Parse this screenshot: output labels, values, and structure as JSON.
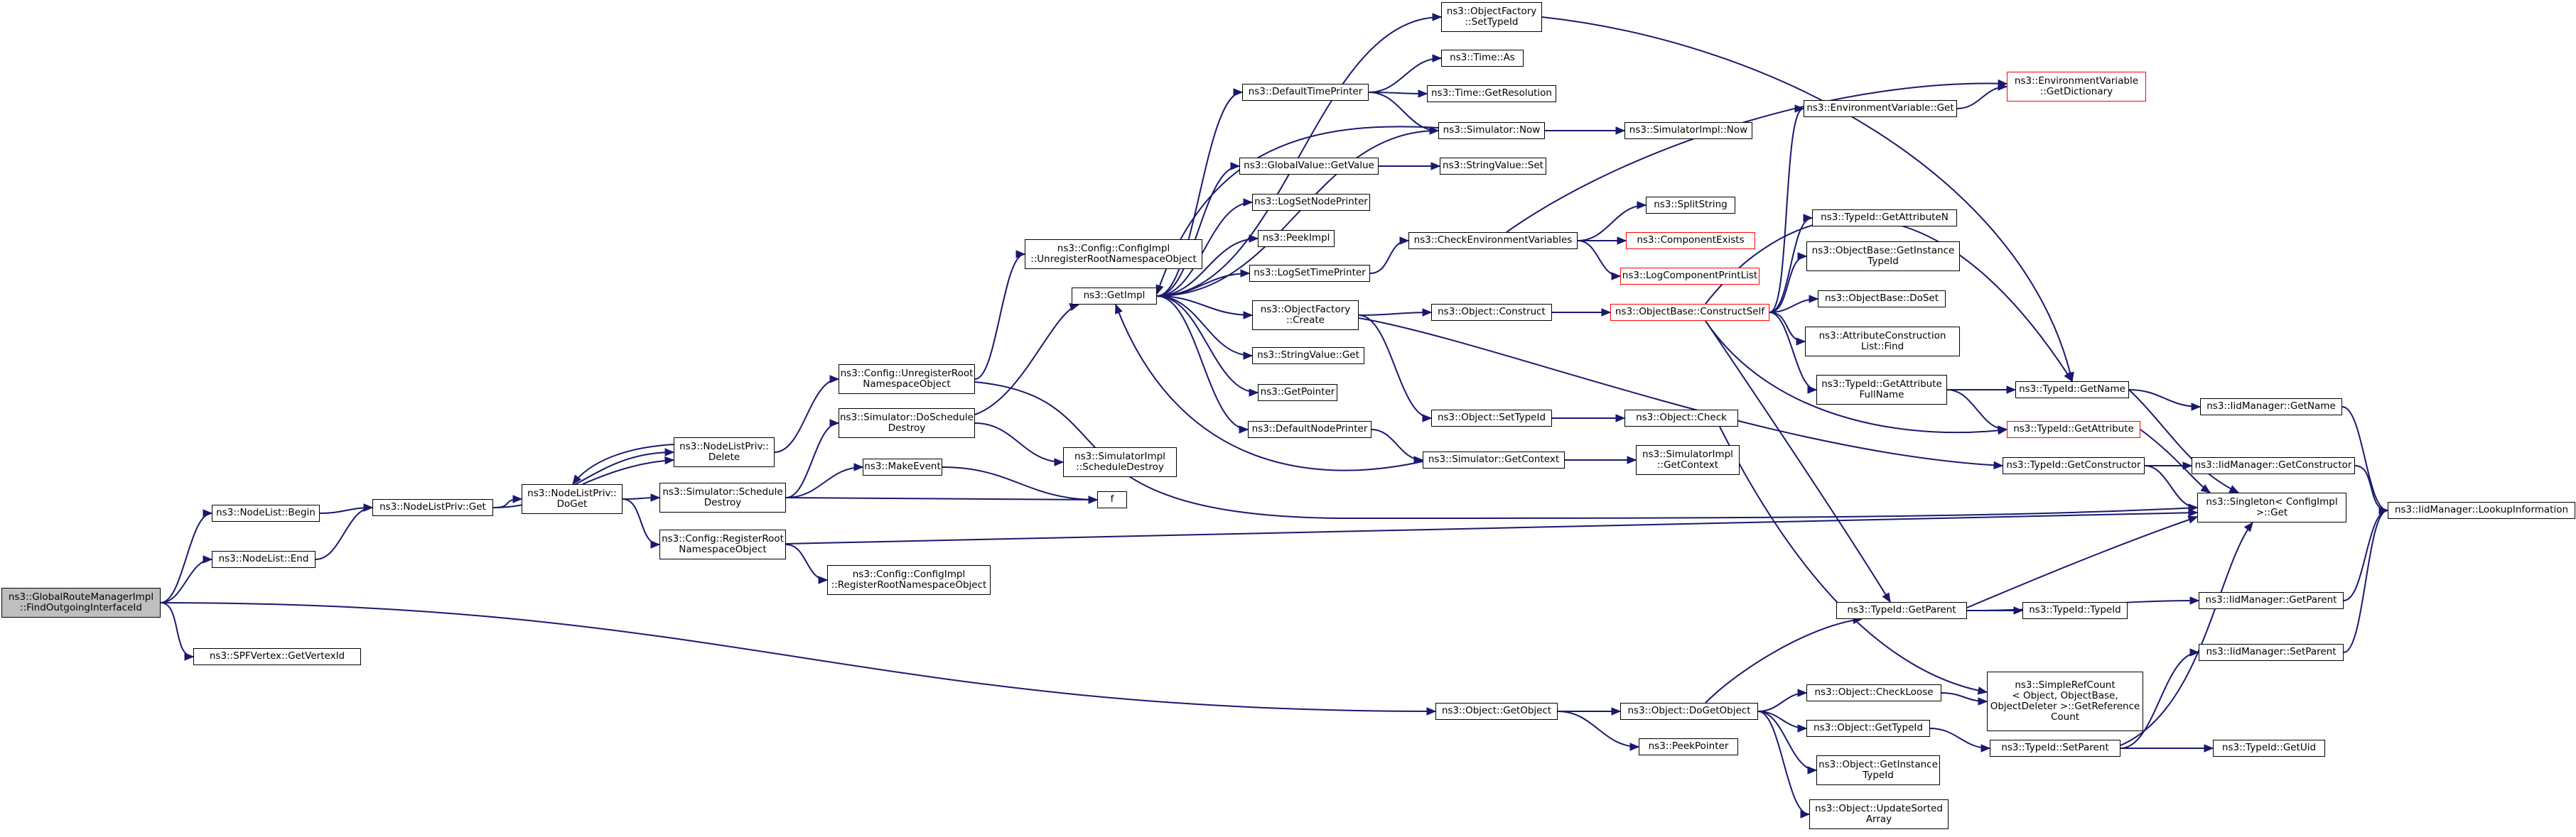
{
  "colors": {
    "edge": "#191970",
    "border": "#000000",
    "incomplete_border": "#ff0000",
    "root_fill": "#bfbfbf",
    "background": "#ffffff"
  },
  "nodes": [
    {
      "id": "root",
      "label": "ns3::GlobalRouteManagerImpl\n::FindOutgoingInterfaceId",
      "root": true
    },
    {
      "id": "nlBegin",
      "label": "ns3::NodeList::Begin"
    },
    {
      "id": "nlEnd",
      "label": "ns3::NodeList::End"
    },
    {
      "id": "spf",
      "label": "ns3::SPFVertex::GetVertexId"
    },
    {
      "id": "nlpGet",
      "label": "ns3::NodeListPriv::Get"
    },
    {
      "id": "nlpDelete",
      "label": "ns3::NodeListPriv::\nDelete"
    },
    {
      "id": "nlpDoGet",
      "label": "ns3::NodeListPriv::\nDoGet"
    },
    {
      "id": "cfgUnreg",
      "label": "ns3::Config::UnregisterRoot\nNamespaceObject"
    },
    {
      "id": "simDoSched",
      "label": "ns3::Simulator::DoSchedule\nDestroy"
    },
    {
      "id": "simSched",
      "label": "ns3::Simulator::Schedule\nDestroy"
    },
    {
      "id": "cfgReg",
      "label": "ns3::Config::RegisterRoot\nNamespaceObject"
    },
    {
      "id": "cfgImplReg",
      "label": "ns3::Config::ConfigImpl\n::RegisterRootNamespaceObject"
    },
    {
      "id": "makeEvent",
      "label": "ns3::MakeEvent"
    },
    {
      "id": "simImplSD",
      "label": "ns3::SimulatorImpl\n::ScheduleDestroy"
    },
    {
      "id": "f",
      "label": "f"
    },
    {
      "id": "cfgImplUnreg",
      "label": "ns3::Config::ConfigImpl\n::UnregisterRootNamespaceObject"
    },
    {
      "id": "getImpl",
      "label": "ns3::GetImpl"
    },
    {
      "id": "defTP",
      "label": "ns3::DefaultTimePrinter"
    },
    {
      "id": "gvGet",
      "label": "ns3::GlobalValue::GetValue"
    },
    {
      "id": "logSNP",
      "label": "ns3::LogSetNodePrinter"
    },
    {
      "id": "peekImpl",
      "label": "ns3::PeekImpl"
    },
    {
      "id": "logSTP",
      "label": "ns3::LogSetTimePrinter"
    },
    {
      "id": "ofCreate",
      "label": "ns3::ObjectFactory\n::Create"
    },
    {
      "id": "svGet",
      "label": "ns3::StringValue::Get"
    },
    {
      "id": "getPtr",
      "label": "ns3::GetPointer"
    },
    {
      "id": "defNP",
      "label": "ns3::DefaultNodePrinter"
    },
    {
      "id": "ofSetTid",
      "label": "ns3::ObjectFactory\n::SetTypeId"
    },
    {
      "id": "timeAs",
      "label": "ns3::Time::As"
    },
    {
      "id": "timeRes",
      "label": "ns3::Time::GetResolution"
    },
    {
      "id": "simNow",
      "label": "ns3::Simulator::Now"
    },
    {
      "id": "simImplNow",
      "label": "ns3::SimulatorImpl::Now"
    },
    {
      "id": "svSet",
      "label": "ns3::StringValue::Set"
    },
    {
      "id": "checkEnv",
      "label": "ns3::CheckEnvironmentVariables"
    },
    {
      "id": "objConstruct",
      "label": "ns3::Object::Construct"
    },
    {
      "id": "objSetTid",
      "label": "ns3::Object::SetTypeId"
    },
    {
      "id": "simGetCtx",
      "label": "ns3::Simulator::GetContext"
    },
    {
      "id": "splitStr",
      "label": "ns3::SplitString"
    },
    {
      "id": "compExists",
      "label": "ns3::ComponentExists",
      "red": true
    },
    {
      "id": "logCPL",
      "label": "ns3::LogComponentPrintList",
      "red": true
    },
    {
      "id": "obConstructSelf",
      "label": "ns3::ObjectBase::ConstructSelf",
      "red": true
    },
    {
      "id": "objCheck",
      "label": "ns3::Object::Check"
    },
    {
      "id": "simImplGetCtx",
      "label": "ns3::SimulatorImpl\n::GetContext"
    },
    {
      "id": "envGet",
      "label": "ns3::EnvironmentVariable::Get"
    },
    {
      "id": "envGetDict",
      "label": "ns3::EnvironmentVariable\n::GetDictionary",
      "red": true
    },
    {
      "id": "tidGetAttrN",
      "label": "ns3::TypeId::GetAttributeN"
    },
    {
      "id": "obGetInstTid",
      "label": "ns3::ObjectBase::GetInstance\nTypeId"
    },
    {
      "id": "obDoSet",
      "label": "ns3::ObjectBase::DoSet"
    },
    {
      "id": "acListFind",
      "label": "ns3::AttributeConstruction\nList::Find"
    },
    {
      "id": "tidGetAttrFull",
      "label": "ns3::TypeId::GetAttribute\nFullName"
    },
    {
      "id": "tidGetAttr",
      "label": "ns3::TypeId::GetAttribute",
      "red": true
    },
    {
      "id": "tidGetName",
      "label": "ns3::TypeId::GetName"
    },
    {
      "id": "tidGetCtor",
      "label": "ns3::TypeId::GetConstructor"
    },
    {
      "id": "tidGetParent",
      "label": "ns3::TypeId::GetParent"
    },
    {
      "id": "tidTypeId",
      "label": "ns3::TypeId::TypeId"
    },
    {
      "id": "objGetObject",
      "label": "ns3::Object::GetObject"
    },
    {
      "id": "objDoGetObject",
      "label": "ns3::Object::DoGetObject"
    },
    {
      "id": "peekPtr",
      "label": "ns3::PeekPointer"
    },
    {
      "id": "objCheckLoose",
      "label": "ns3::Object::CheckLoose"
    },
    {
      "id": "objGetTid",
      "label": "ns3::Object::GetTypeId"
    },
    {
      "id": "objGetInstTid",
      "label": "ns3::Object::GetInstance\nTypeId"
    },
    {
      "id": "objUpdSorted",
      "label": "ns3::Object::UpdateSorted\nArray"
    },
    {
      "id": "srcGetRef",
      "label": "ns3::SimpleRefCount\n< Object, ObjectBase,\n ObjectDeleter >::GetReference\nCount"
    },
    {
      "id": "tidSetParent",
      "label": "ns3::TypeId::SetParent"
    },
    {
      "id": "singletonGet",
      "label": "ns3::Singleton< ConfigImpl\n >::Get"
    },
    {
      "id": "iidGetName",
      "label": "ns3::IidManager::GetName"
    },
    {
      "id": "iidGetCtor",
      "label": "ns3::IidManager::GetConstructor"
    },
    {
      "id": "iidGetParent",
      "label": "ns3::IidManager::GetParent"
    },
    {
      "id": "iidSetParent",
      "label": "ns3::IidManager::SetParent"
    },
    {
      "id": "tidGetUid",
      "label": "ns3::TypeId::GetUid"
    },
    {
      "id": "iidLookup",
      "label": "ns3::IidManager::LookupInformation"
    }
  ],
  "edges": [
    [
      "root",
      "nlBegin"
    ],
    [
      "root",
      "nlEnd"
    ],
    [
      "root",
      "spf"
    ],
    [
      "root",
      "objGetObject"
    ],
    [
      "nlBegin",
      "nlpGet"
    ],
    [
      "nlEnd",
      "nlpGet"
    ],
    [
      "nlpGet",
      "nlpDelete"
    ],
    [
      "nlpGet",
      "nlpDoGet"
    ],
    [
      "nlpDelete",
      "cfgUnreg"
    ],
    [
      "nlpDelete",
      "nlpDoGet"
    ],
    [
      "nlpDoGet",
      "nlpDelete"
    ],
    [
      "nlpDoGet",
      "simSched"
    ],
    [
      "nlpDoGet",
      "cfgReg"
    ],
    [
      "cfgUnreg",
      "cfgImplUnreg"
    ],
    [
      "cfgUnreg",
      "singletonGet"
    ],
    [
      "simSched",
      "simDoSched"
    ],
    [
      "simSched",
      "makeEvent"
    ],
    [
      "simSched",
      "f"
    ],
    [
      "simDoSched",
      "getImpl"
    ],
    [
      "simDoSched",
      "simImplSD"
    ],
    [
      "makeEvent",
      "f"
    ],
    [
      "cfgReg",
      "cfgImplReg"
    ],
    [
      "cfgReg",
      "singletonGet"
    ],
    [
      "getImpl",
      "ofSetTid"
    ],
    [
      "getImpl",
      "defTP"
    ],
    [
      "getImpl",
      "simNow"
    ],
    [
      "getImpl",
      "gvGet"
    ],
    [
      "getImpl",
      "logSNP"
    ],
    [
      "getImpl",
      "peekImpl"
    ],
    [
      "getImpl",
      "logSTP"
    ],
    [
      "getImpl",
      "ofCreate"
    ],
    [
      "getImpl",
      "svGet"
    ],
    [
      "getImpl",
      "getPtr"
    ],
    [
      "getImpl",
      "defNP"
    ],
    [
      "defTP",
      "timeAs"
    ],
    [
      "defTP",
      "timeRes"
    ],
    [
      "defTP",
      "simNow"
    ],
    [
      "simNow",
      "simImplNow"
    ],
    [
      "simNow",
      "getImpl"
    ],
    [
      "gvGet",
      "svSet"
    ],
    [
      "logSTP",
      "checkEnv"
    ],
    [
      "checkEnv",
      "splitStr"
    ],
    [
      "checkEnv",
      "compExists"
    ],
    [
      "checkEnv",
      "logCPL"
    ],
    [
      "checkEnv",
      "envGetDict"
    ],
    [
      "ofCreate",
      "objConstruct"
    ],
    [
      "ofCreate",
      "objSetTid"
    ],
    [
      "ofCreate",
      "tidGetCtor"
    ],
    [
      "defNP",
      "simGetCtx"
    ],
    [
      "simGetCtx",
      "getImpl"
    ],
    [
      "simGetCtx",
      "simImplGetCtx"
    ],
    [
      "objConstruct",
      "obConstructSelf"
    ],
    [
      "objSetTid",
      "objCheck"
    ],
    [
      "objCheck",
      "srcGetRef"
    ],
    [
      "ofSetTid",
      "tidGetName"
    ],
    [
      "obConstructSelf",
      "envGet"
    ],
    [
      "obConstructSelf",
      "tidGetName"
    ],
    [
      "obConstructSelf",
      "tidGetAttrN"
    ],
    [
      "obConstructSelf",
      "obGetInstTid"
    ],
    [
      "obConstructSelf",
      "obDoSet"
    ],
    [
      "obConstructSelf",
      "acListFind"
    ],
    [
      "obConstructSelf",
      "tidGetAttrFull"
    ],
    [
      "obConstructSelf",
      "tidGetAttr"
    ],
    [
      "obConstructSelf",
      "tidGetParent"
    ],
    [
      "envGet",
      "envGetDict"
    ],
    [
      "tidGetAttrFull",
      "tidGetName"
    ],
    [
      "tidGetAttrFull",
      "tidGetAttr"
    ],
    [
      "tidGetName",
      "iidGetName"
    ],
    [
      "tidGetName",
      "singletonGet"
    ],
    [
      "tidGetAttr",
      "singletonGet"
    ],
    [
      "tidGetCtor",
      "singletonGet"
    ],
    [
      "tidGetCtor",
      "iidGetCtor"
    ],
    [
      "tidGetParent",
      "singletonGet"
    ],
    [
      "tidGetParent",
      "tidTypeId"
    ],
    [
      "tidGetParent",
      "iidGetParent"
    ],
    [
      "objGetObject",
      "objDoGetObject"
    ],
    [
      "objGetObject",
      "peekPtr"
    ],
    [
      "objDoGetObject",
      "tidGetParent"
    ],
    [
      "objDoGetObject",
      "objCheckLoose"
    ],
    [
      "objDoGetObject",
      "objGetTid"
    ],
    [
      "objDoGetObject",
      "objGetInstTid"
    ],
    [
      "objDoGetObject",
      "objUpdSorted"
    ],
    [
      "objCheckLoose",
      "srcGetRef"
    ],
    [
      "objGetTid",
      "tidSetParent"
    ],
    [
      "tidSetParent",
      "singletonGet"
    ],
    [
      "tidSetParent",
      "iidSetParent"
    ],
    [
      "tidSetParent",
      "tidGetUid"
    ],
    [
      "iidGetName",
      "iidLookup"
    ],
    [
      "iidGetCtor",
      "iidLookup"
    ],
    [
      "iidGetParent",
      "iidLookup"
    ],
    [
      "iidSetParent",
      "iidLookup"
    ]
  ]
}
